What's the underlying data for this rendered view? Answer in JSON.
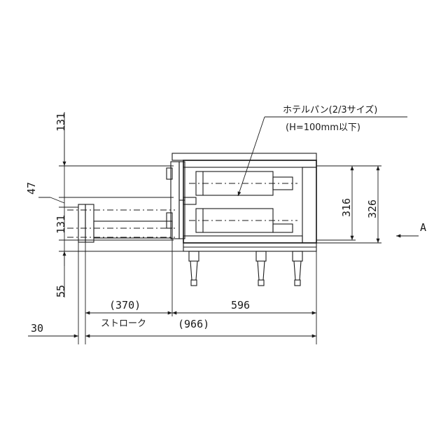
{
  "drawing": {
    "dimensions": {
      "top_131": "131",
      "gap_47": "47",
      "mid_131": "131",
      "bottom_55": "55",
      "offset_30": "30",
      "stroke_370": "(370)",
      "body_596": "596",
      "total_966": "(966)",
      "right_316": "316",
      "right_326": "326"
    },
    "labels": {
      "hotel_pan_line1": "ホテルパン(2/3サイズ)",
      "hotel_pan_line2": "(H=100mm以下)",
      "stroke": "ストローク",
      "view_arrow": "A"
    }
  }
}
